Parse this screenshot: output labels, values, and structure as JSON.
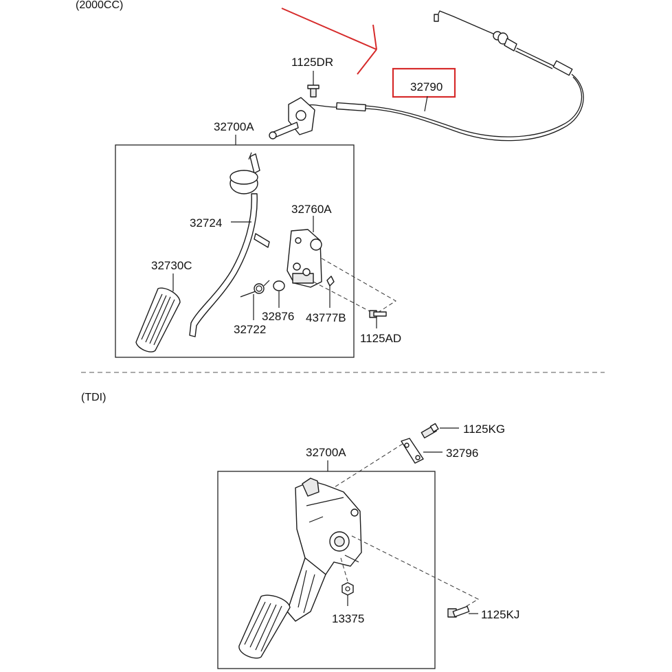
{
  "sections": {
    "upper_title": "(2000CC)",
    "lower_title": "(TDI)"
  },
  "labels": {
    "l_1125DR": "1125DR",
    "l_32790": "32790",
    "l_32700A_top": "32700A",
    "l_32724": "32724",
    "l_32760A": "32760A",
    "l_32730C": "32730C",
    "l_32876": "32876",
    "l_43777B": "43777B",
    "l_32722": "32722",
    "l_1125AD": "1125AD",
    "l_1125KG": "1125KG",
    "l_32796": "32796",
    "l_32700A_bottom": "32700A",
    "l_13375": "13375",
    "l_1125KJ": "1125KJ"
  },
  "colors": {
    "highlight": "#d62a2a",
    "line": "#1a1a1a"
  }
}
